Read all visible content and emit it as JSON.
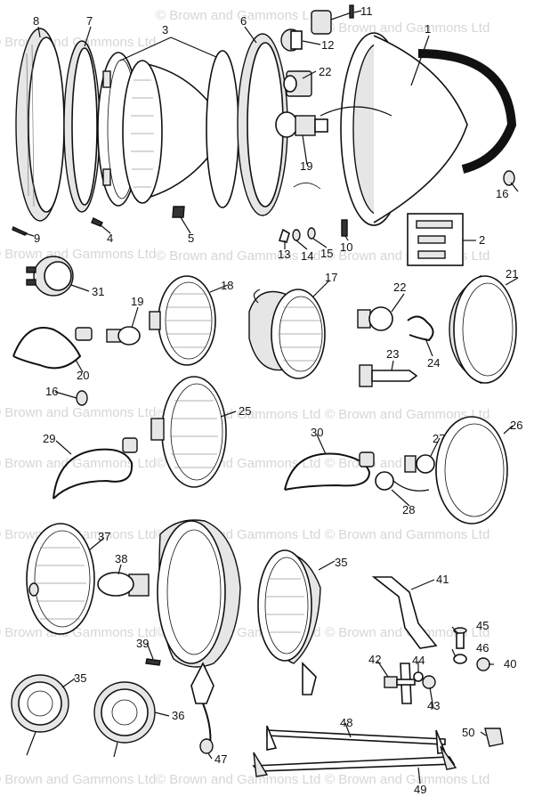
{
  "watermark": {
    "text": "© Brown and Gammons Ltd"
  },
  "callouts": {
    "c1": "1",
    "c2": "2",
    "c3": "3",
    "c4": "4",
    "c5": "5",
    "c6": "6",
    "c7": "7",
    "c8": "8",
    "c9": "9",
    "c10": "10",
    "c11": "11",
    "c12": "12",
    "c13": "13",
    "c14": "14",
    "c15": "15",
    "c16a": "16",
    "c16b": "16",
    "c17": "17",
    "c18": "18",
    "c19a": "19",
    "c19b": "19",
    "c20": "20",
    "c21": "21",
    "c22a": "22",
    "c22b": "22",
    "c23": "23",
    "c24": "24",
    "c25": "25",
    "c26": "26",
    "c27": "27",
    "c28": "28",
    "c29": "29",
    "c30": "30",
    "c31": "31",
    "c35a": "35",
    "c35b": "35",
    "c36": "36",
    "c37": "37",
    "c38": "38",
    "c39": "39",
    "c40": "40",
    "c41": "41",
    "c42": "42",
    "c43": "43",
    "c44": "44",
    "c45": "45",
    "c46": "46",
    "c47": "47",
    "c48": "48",
    "c49": "49",
    "c50": "50"
  }
}
